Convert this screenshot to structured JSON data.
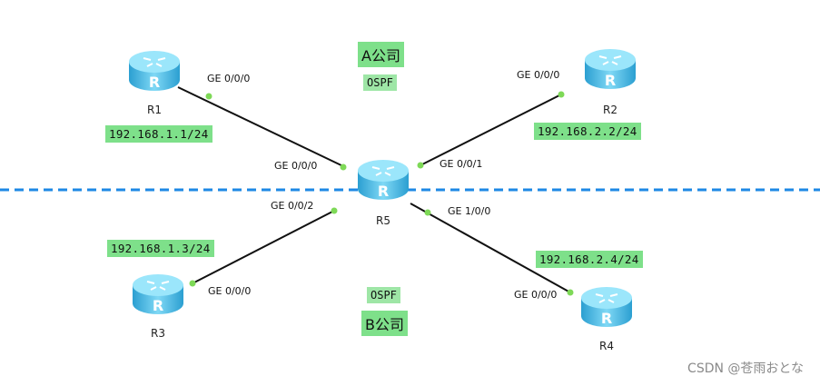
{
  "routers": [
    {
      "id": "R1",
      "label": "R1"
    },
    {
      "id": "R2",
      "label": "R2"
    },
    {
      "id": "R3",
      "label": "R3"
    },
    {
      "id": "R4",
      "label": "R4"
    },
    {
      "id": "R5",
      "label": "R5"
    }
  ],
  "ports": {
    "r1_ge000": "GE 0/0/0",
    "r2_ge000": "GE 0/0/0",
    "r3_ge000": "GE 0/0/0",
    "r4_ge000": "GE 0/0/0",
    "r5_ge000": "GE 0/0/0",
    "r5_ge001": "GE 0/0/1",
    "r5_ge002": "GE 0/0/2",
    "r5_ge100": "GE 1/0/0"
  },
  "ips": {
    "r1": "192.168.1.1/24",
    "r2": "192.168.2.2/24",
    "r3": "192.168.1.3/24",
    "r4": "192.168.2.4/24"
  },
  "companies": {
    "a": {
      "name": "A公司",
      "protocol": "OSPF"
    },
    "b": {
      "name": "B公司",
      "protocol": "OSPF"
    }
  },
  "watermark": "CSDN @苍雨おとな",
  "colors": {
    "router_body": "#4fc3e8",
    "label_bg": "#7ee08a",
    "divider": "#1e88e5",
    "link": "#111111",
    "port_dot": "#7ed957"
  }
}
